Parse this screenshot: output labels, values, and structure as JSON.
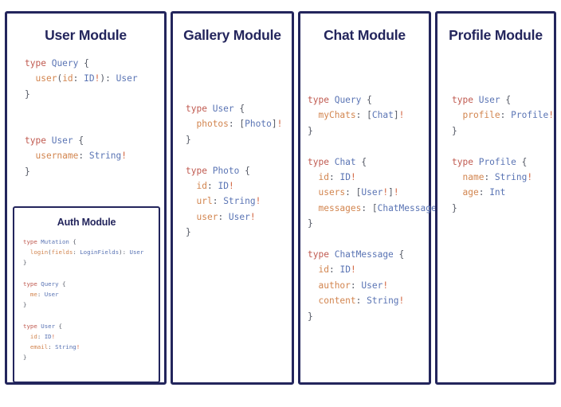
{
  "canvas": {
    "background": "#ffffff",
    "border_color": "#23255c",
    "title_color": "#23255c"
  },
  "palette": {
    "keyword": "#c05a50",
    "type_name": "#5a74b4",
    "field_name": "#d2854f",
    "punctuation": "#555a66",
    "non_null": "#d2643f"
  },
  "cards": [
    {
      "id": "user-module",
      "title": "User Module",
      "code_blocks": [
        {
          "lines": [
            [
              {
                "t": "kw",
                "s": "type"
              },
              {
                "t": "punc",
                "s": " "
              },
              {
                "t": "type",
                "s": "Query"
              },
              {
                "t": "punc",
                "s": " {"
              }
            ],
            [
              {
                "t": "punc",
                "s": "  "
              },
              {
                "t": "field",
                "s": "user"
              },
              {
                "t": "punc",
                "s": "("
              },
              {
                "t": "field",
                "s": "id"
              },
              {
                "t": "punc",
                "s": ": "
              },
              {
                "t": "type",
                "s": "ID"
              },
              {
                "t": "bang",
                "s": "!"
              },
              {
                "t": "punc",
                "s": "): "
              },
              {
                "t": "type",
                "s": "User"
              }
            ],
            [
              {
                "t": "punc",
                "s": "}"
              }
            ],
            [
              {
                "t": "punc",
                "s": ""
              }
            ],
            [
              {
                "t": "punc",
                "s": ""
              }
            ],
            [
              {
                "t": "kw",
                "s": "type"
              },
              {
                "t": "punc",
                "s": " "
              },
              {
                "t": "type",
                "s": "User"
              },
              {
                "t": "punc",
                "s": " {"
              }
            ],
            [
              {
                "t": "punc",
                "s": "  "
              },
              {
                "t": "field",
                "s": "username"
              },
              {
                "t": "punc",
                "s": ": "
              },
              {
                "t": "type",
                "s": "String"
              },
              {
                "t": "bang",
                "s": "!"
              }
            ],
            [
              {
                "t": "punc",
                "s": "}"
              }
            ]
          ]
        }
      ],
      "nested": {
        "id": "auth-module",
        "title": "Auth Module",
        "code_blocks": [
          {
            "lines": [
              [
                {
                  "t": "kw",
                  "s": "type"
                },
                {
                  "t": "punc",
                  "s": " "
                },
                {
                  "t": "type",
                  "s": "Mutation"
                },
                {
                  "t": "punc",
                  "s": " {"
                }
              ],
              [
                {
                  "t": "punc",
                  "s": "  "
                },
                {
                  "t": "field",
                  "s": "login"
                },
                {
                  "t": "punc",
                  "s": "("
                },
                {
                  "t": "field",
                  "s": "fields"
                },
                {
                  "t": "punc",
                  "s": ": "
                },
                {
                  "t": "type",
                  "s": "LoginFields"
                },
                {
                  "t": "punc",
                  "s": "): "
                },
                {
                  "t": "type",
                  "s": "User"
                }
              ],
              [
                {
                  "t": "punc",
                  "s": "}"
                }
              ],
              [
                {
                  "t": "punc",
                  "s": ""
                }
              ],
              [
                {
                  "t": "kw",
                  "s": "type"
                },
                {
                  "t": "punc",
                  "s": " "
                },
                {
                  "t": "type",
                  "s": "Query"
                },
                {
                  "t": "punc",
                  "s": " {"
                }
              ],
              [
                {
                  "t": "punc",
                  "s": "  "
                },
                {
                  "t": "field",
                  "s": "me"
                },
                {
                  "t": "punc",
                  "s": ": "
                },
                {
                  "t": "type",
                  "s": "User"
                }
              ],
              [
                {
                  "t": "punc",
                  "s": "}"
                }
              ],
              [
                {
                  "t": "punc",
                  "s": ""
                }
              ],
              [
                {
                  "t": "kw",
                  "s": "type"
                },
                {
                  "t": "punc",
                  "s": " "
                },
                {
                  "t": "type",
                  "s": "User"
                },
                {
                  "t": "punc",
                  "s": " {"
                }
              ],
              [
                {
                  "t": "punc",
                  "s": "  "
                },
                {
                  "t": "field",
                  "s": "id"
                },
                {
                  "t": "punc",
                  "s": ": "
                },
                {
                  "t": "type",
                  "s": "ID"
                },
                {
                  "t": "bang",
                  "s": "!"
                }
              ],
              [
                {
                  "t": "punc",
                  "s": "  "
                },
                {
                  "t": "field",
                  "s": "email"
                },
                {
                  "t": "punc",
                  "s": ": "
                },
                {
                  "t": "type",
                  "s": "String"
                },
                {
                  "t": "bang",
                  "s": "!"
                }
              ],
              [
                {
                  "t": "punc",
                  "s": "}"
                }
              ]
            ]
          }
        ]
      }
    },
    {
      "id": "gallery-module",
      "title": "Gallery Module",
      "code_blocks": [
        {
          "lines": [
            [
              {
                "t": "kw",
                "s": "type"
              },
              {
                "t": "punc",
                "s": " "
              },
              {
                "t": "type",
                "s": "User"
              },
              {
                "t": "punc",
                "s": " {"
              }
            ],
            [
              {
                "t": "punc",
                "s": "  "
              },
              {
                "t": "field",
                "s": "photos"
              },
              {
                "t": "punc",
                "s": ": ["
              },
              {
                "t": "type",
                "s": "Photo"
              },
              {
                "t": "punc",
                "s": "]"
              },
              {
                "t": "bang",
                "s": "!"
              }
            ],
            [
              {
                "t": "punc",
                "s": "}"
              }
            ],
            [
              {
                "t": "punc",
                "s": ""
              }
            ],
            [
              {
                "t": "kw",
                "s": "type"
              },
              {
                "t": "punc",
                "s": " "
              },
              {
                "t": "type",
                "s": "Photo"
              },
              {
                "t": "punc",
                "s": " {"
              }
            ],
            [
              {
                "t": "punc",
                "s": "  "
              },
              {
                "t": "field",
                "s": "id"
              },
              {
                "t": "punc",
                "s": ": "
              },
              {
                "t": "type",
                "s": "ID"
              },
              {
                "t": "bang",
                "s": "!"
              }
            ],
            [
              {
                "t": "punc",
                "s": "  "
              },
              {
                "t": "field",
                "s": "url"
              },
              {
                "t": "punc",
                "s": ": "
              },
              {
                "t": "type",
                "s": "String"
              },
              {
                "t": "bang",
                "s": "!"
              }
            ],
            [
              {
                "t": "punc",
                "s": "  "
              },
              {
                "t": "field",
                "s": "user"
              },
              {
                "t": "punc",
                "s": ": "
              },
              {
                "t": "type",
                "s": "User"
              },
              {
                "t": "bang",
                "s": "!"
              }
            ],
            [
              {
                "t": "punc",
                "s": "}"
              }
            ]
          ]
        }
      ],
      "nested": null
    },
    {
      "id": "chat-module",
      "title": "Chat Module",
      "code_blocks": [
        {
          "lines": [
            [
              {
                "t": "kw",
                "s": "type"
              },
              {
                "t": "punc",
                "s": " "
              },
              {
                "t": "type",
                "s": "Query"
              },
              {
                "t": "punc",
                "s": " {"
              }
            ],
            [
              {
                "t": "punc",
                "s": "  "
              },
              {
                "t": "field",
                "s": "myChats"
              },
              {
                "t": "punc",
                "s": ": ["
              },
              {
                "t": "type",
                "s": "Chat"
              },
              {
                "t": "punc",
                "s": "]"
              },
              {
                "t": "bang",
                "s": "!"
              }
            ],
            [
              {
                "t": "punc",
                "s": "}"
              }
            ],
            [
              {
                "t": "punc",
                "s": ""
              }
            ],
            [
              {
                "t": "kw",
                "s": "type"
              },
              {
                "t": "punc",
                "s": " "
              },
              {
                "t": "type",
                "s": "Chat"
              },
              {
                "t": "punc",
                "s": " {"
              }
            ],
            [
              {
                "t": "punc",
                "s": "  "
              },
              {
                "t": "field",
                "s": "id"
              },
              {
                "t": "punc",
                "s": ": "
              },
              {
                "t": "type",
                "s": "ID"
              },
              {
                "t": "bang",
                "s": "!"
              }
            ],
            [
              {
                "t": "punc",
                "s": "  "
              },
              {
                "t": "field",
                "s": "users"
              },
              {
                "t": "punc",
                "s": ": ["
              },
              {
                "t": "type",
                "s": "User"
              },
              {
                "t": "bang",
                "s": "!"
              },
              {
                "t": "punc",
                "s": "]"
              },
              {
                "t": "bang",
                "s": "!"
              }
            ],
            [
              {
                "t": "punc",
                "s": "  "
              },
              {
                "t": "field",
                "s": "messages"
              },
              {
                "t": "punc",
                "s": ": ["
              },
              {
                "t": "type",
                "s": "ChatMessage"
              },
              {
                "t": "punc",
                "s": "]"
              },
              {
                "t": "bang",
                "s": "!"
              }
            ],
            [
              {
                "t": "punc",
                "s": "}"
              }
            ],
            [
              {
                "t": "punc",
                "s": ""
              }
            ],
            [
              {
                "t": "kw",
                "s": "type"
              },
              {
                "t": "punc",
                "s": " "
              },
              {
                "t": "type",
                "s": "ChatMessage"
              },
              {
                "t": "punc",
                "s": " {"
              }
            ],
            [
              {
                "t": "punc",
                "s": "  "
              },
              {
                "t": "field",
                "s": "id"
              },
              {
                "t": "punc",
                "s": ": "
              },
              {
                "t": "type",
                "s": "ID"
              },
              {
                "t": "bang",
                "s": "!"
              }
            ],
            [
              {
                "t": "punc",
                "s": "  "
              },
              {
                "t": "field",
                "s": "author"
              },
              {
                "t": "punc",
                "s": ": "
              },
              {
                "t": "type",
                "s": "User"
              },
              {
                "t": "bang",
                "s": "!"
              }
            ],
            [
              {
                "t": "punc",
                "s": "  "
              },
              {
                "t": "field",
                "s": "content"
              },
              {
                "t": "punc",
                "s": ": "
              },
              {
                "t": "type",
                "s": "String"
              },
              {
                "t": "bang",
                "s": "!"
              }
            ],
            [
              {
                "t": "punc",
                "s": "}"
              }
            ]
          ]
        }
      ],
      "nested": null
    },
    {
      "id": "profile-module",
      "title": "Profile Module",
      "code_blocks": [
        {
          "lines": [
            [
              {
                "t": "kw",
                "s": "type"
              },
              {
                "t": "punc",
                "s": " "
              },
              {
                "t": "type",
                "s": "User"
              },
              {
                "t": "punc",
                "s": " {"
              }
            ],
            [
              {
                "t": "punc",
                "s": "  "
              },
              {
                "t": "field",
                "s": "profile"
              },
              {
                "t": "punc",
                "s": ": "
              },
              {
                "t": "type",
                "s": "Profile"
              },
              {
                "t": "bang",
                "s": "!"
              }
            ],
            [
              {
                "t": "punc",
                "s": "}"
              }
            ],
            [
              {
                "t": "punc",
                "s": ""
              }
            ],
            [
              {
                "t": "kw",
                "s": "type"
              },
              {
                "t": "punc",
                "s": " "
              },
              {
                "t": "type",
                "s": "Profile"
              },
              {
                "t": "punc",
                "s": " {"
              }
            ],
            [
              {
                "t": "punc",
                "s": "  "
              },
              {
                "t": "field",
                "s": "name"
              },
              {
                "t": "punc",
                "s": ": "
              },
              {
                "t": "type",
                "s": "String"
              },
              {
                "t": "bang",
                "s": "!"
              }
            ],
            [
              {
                "t": "punc",
                "s": "  "
              },
              {
                "t": "field",
                "s": "age"
              },
              {
                "t": "punc",
                "s": ": "
              },
              {
                "t": "type",
                "s": "Int"
              }
            ],
            [
              {
                "t": "punc",
                "s": "}"
              }
            ]
          ]
        }
      ],
      "nested": null
    }
  ]
}
